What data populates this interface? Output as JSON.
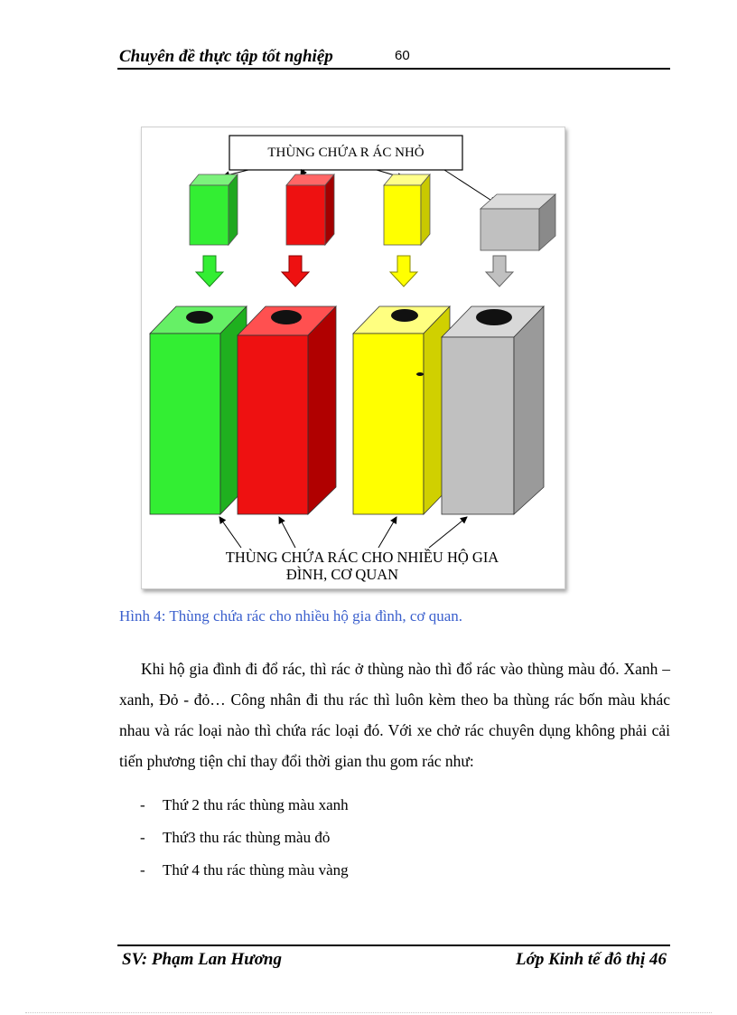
{
  "header": {
    "title": "Chuyên đề thực tập tốt nghiệp",
    "page_number": "60"
  },
  "figure": {
    "top_label": "THÙNG CHỨA R ÁC NHỎ",
    "bottom_label_line1": "THÙNG CHỨA RÁC CHO NHIỀU HỘ GIA",
    "bottom_label_line2": "ĐÌNH, CƠ QUAN",
    "colors": {
      "green": "#33ee33",
      "red": "#ee1111",
      "yellow": "#ffff00",
      "gray": "#c0c0c0"
    }
  },
  "caption": "Hình 4: Thùng chứa rác cho nhiều hộ gia  đình, cơ quan.",
  "body": {
    "paragraph": "Khi hộ gia đình đi đổ rác, thì rác ở thùng nào thì đổ rác vào thùng màu đó. Xanh – xanh, Đỏ - đỏ… Công nhân đi thu rác thì luôn kèm theo ba thùng rác bốn màu khác nhau và rác loại nào thì chứa rác loại đó. Với xe chở rác chuyên dụng không phải cải tiến phương tiện chỉ thay đổi thời gian thu gom rác như:",
    "bullets": [
      "Thứ 2 thu rác thùng màu xanh",
      "Thứ3 thu rác thùng màu đỏ",
      "Thứ 4 thu rác thùng màu vàng"
    ]
  },
  "footer": {
    "student": "SV: Phạm Lan Hương",
    "class": "Lớp Kinh tế đô thị 46"
  }
}
